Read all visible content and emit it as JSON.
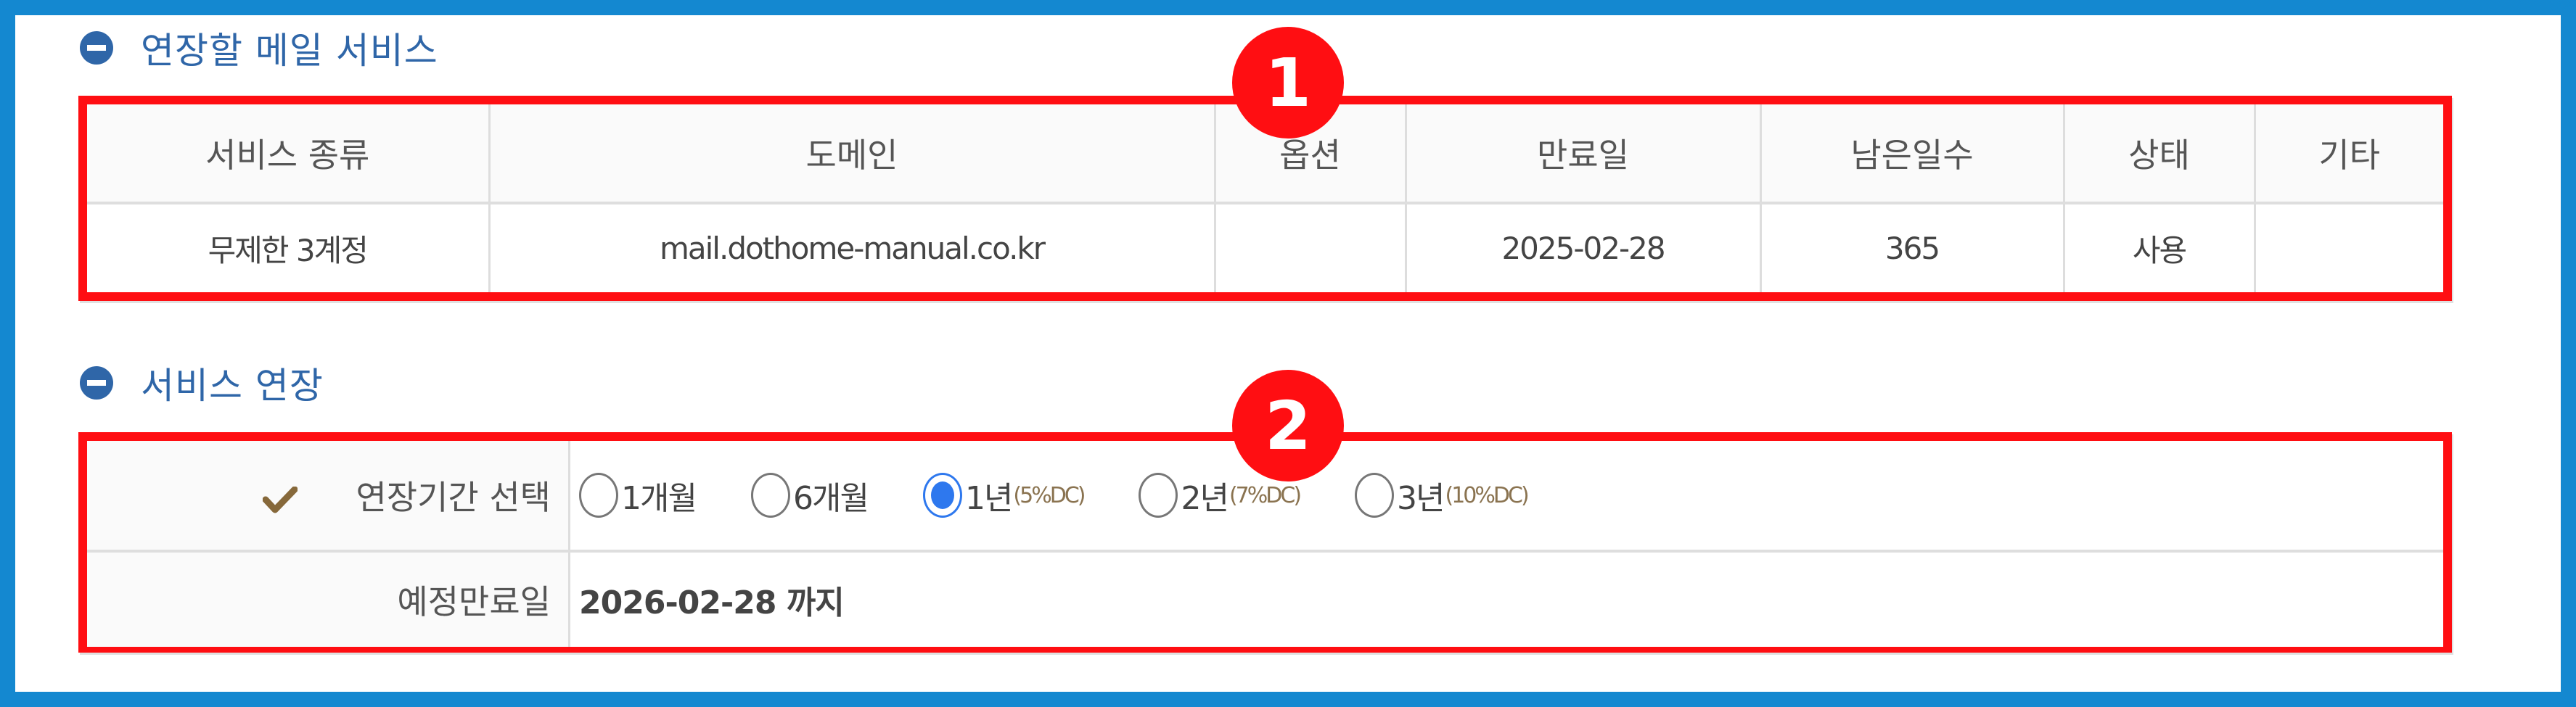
{
  "colors": {
    "frame": "#1488d0",
    "title": "#2f66a8",
    "annotation_red": "#ff0e12",
    "radio_selected": "#2e78ee",
    "discount_text": "#8a7350",
    "check_icon": "#86683a"
  },
  "section1": {
    "title": "연장할 메일 서비스",
    "icon": "minus-circle-icon",
    "badge": "1",
    "table": {
      "headers": [
        "서비스 종류",
        "도메인",
        "옵션",
        "만료일",
        "남은일수",
        "상태",
        "기타"
      ],
      "rows": [
        [
          "무제한 3계정",
          "mail.dothome-manual.co.kr",
          "",
          "2025-02-28",
          "365",
          "사용",
          ""
        ]
      ]
    }
  },
  "section2": {
    "title": "서비스 연장",
    "icon": "minus-circle-icon",
    "badge": "2",
    "period": {
      "label": "연장기간 선택",
      "icon": "check-icon",
      "options": [
        {
          "label": "1개월",
          "discount": "",
          "selected": false
        },
        {
          "label": "6개월",
          "discount": "",
          "selected": false
        },
        {
          "label": "1년",
          "discount": "(5%DC)",
          "selected": true
        },
        {
          "label": "2년",
          "discount": "(7%DC)",
          "selected": false
        },
        {
          "label": "3년",
          "discount": "(10%DC)",
          "selected": false
        }
      ]
    },
    "expiry": {
      "label": "예정만료일",
      "value": "2026-02-28 까지"
    }
  }
}
